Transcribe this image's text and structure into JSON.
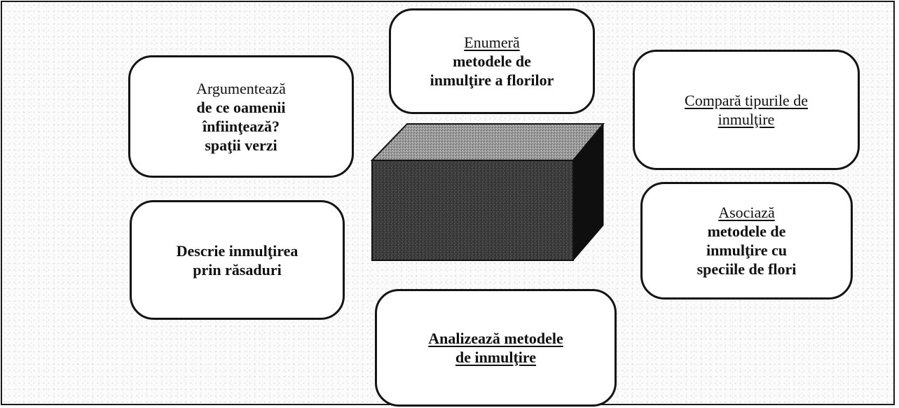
{
  "cards": {
    "enumera": {
      "line1": "Enumeră",
      "line2": "metodele de",
      "line3": "inmulţire a florilor"
    },
    "argumenteaza": {
      "line1": "Argumentează",
      "line2": "de ce oamenii",
      "line3": "înfiinţează?",
      "line4": "spaţii verzi"
    },
    "compara": {
      "line1": "Compară tipurile de",
      "line2": "inmulţire"
    },
    "descrie": {
      "line1": "Descrie inmulţirea",
      "line2": "prin răsaduri"
    },
    "asociaza": {
      "line1": "Asociază",
      "line2": "metodele de",
      "line3": "inmulţire cu",
      "line4": "speciile de flori"
    },
    "analizeaza": {
      "line1": "Analizează metodele",
      "line2": "de inmulţire"
    }
  },
  "colors": {
    "border": "#141414",
    "cube_front": "#3a3a3a",
    "cube_top": "#8c8c8c",
    "cube_side": "#101010"
  }
}
